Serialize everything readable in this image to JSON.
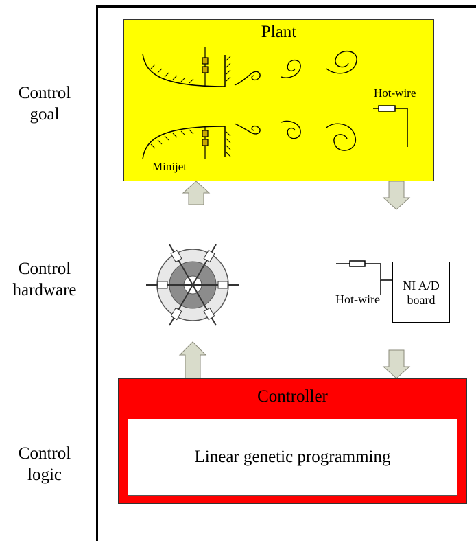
{
  "side_labels": {
    "goal": [
      "Control",
      "goal"
    ],
    "hardware": [
      "Control",
      "hardware"
    ],
    "logic": [
      "Control",
      "logic"
    ]
  },
  "plant": {
    "title": "Plant",
    "minijet_label": "Minijet",
    "hotwire_label": "Hot-wire"
  },
  "actuators": {
    "title": "Actuators"
  },
  "sensors": {
    "title": "Sensors",
    "hotwire_label": "Hot-wire",
    "board_label": [
      "NI A/D",
      "board"
    ]
  },
  "controller": {
    "title": "Controller",
    "inner_label": "Linear genetic programming"
  },
  "colors": {
    "plant": "#ffff00",
    "actuators": "#1aa7f0",
    "sensors": "#00ee00",
    "controller": "#ff0000",
    "arrow": "#d9dccb"
  }
}
